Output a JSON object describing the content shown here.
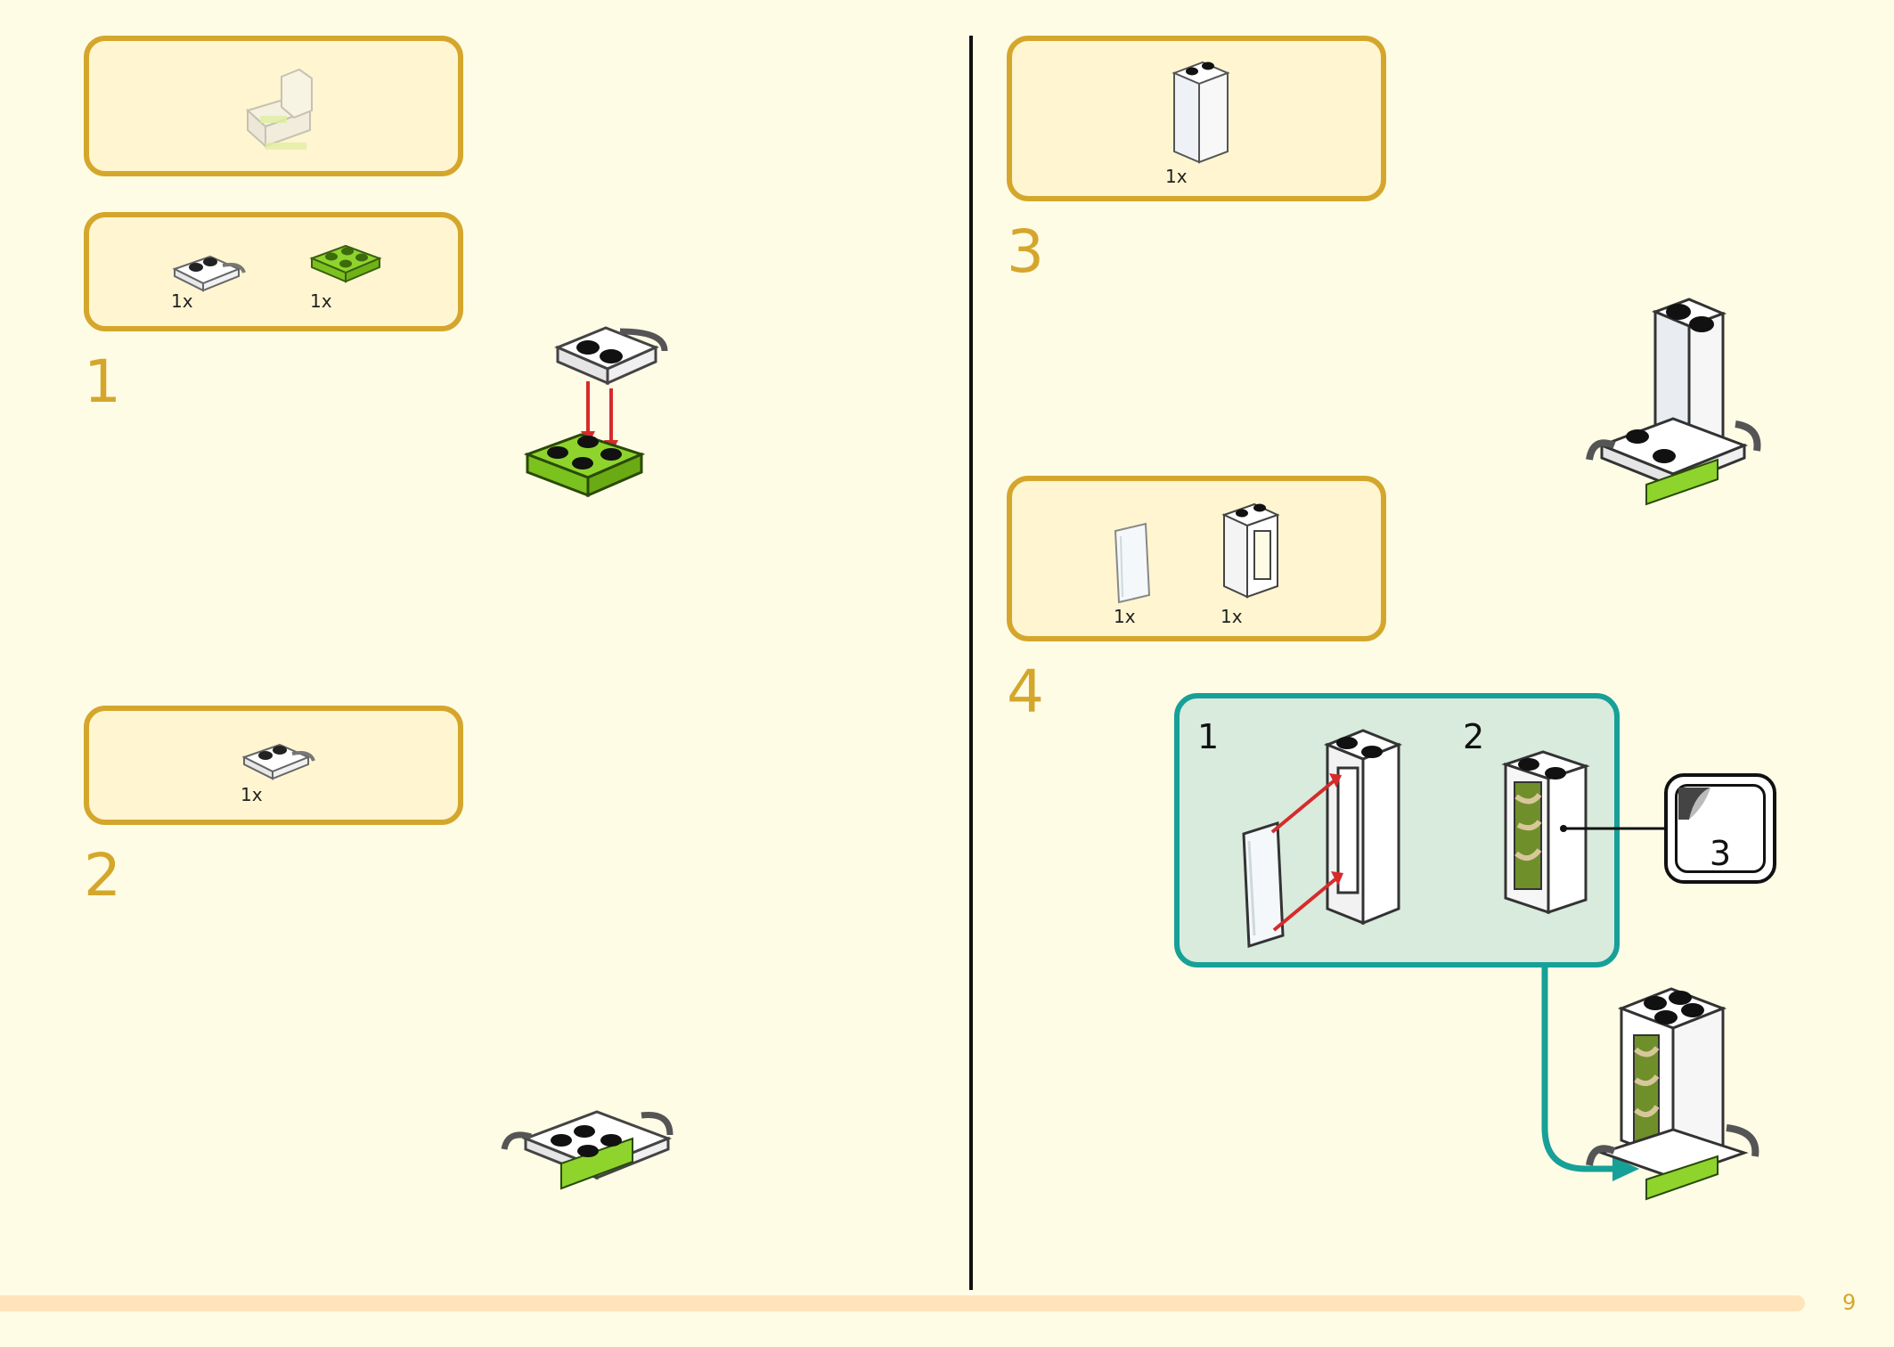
{
  "left_page": {
    "preview_box": {
      "icon": "assembled-model-preview-icon"
    },
    "step1": {
      "number": "1",
      "parts": [
        {
          "icon": "white-handle-plate-icon",
          "qty": "1x"
        },
        {
          "icon": "green-2x2-plate-icon",
          "qty": "1x"
        }
      ]
    },
    "step2": {
      "number": "2",
      "parts": [
        {
          "icon": "white-handle-plate-icon",
          "qty": "1x"
        }
      ]
    }
  },
  "right_page": {
    "step3": {
      "number": "3",
      "parts": [
        {
          "icon": "white-panel-icon",
          "qty": "1x"
        }
      ]
    },
    "step4": {
      "number": "4",
      "parts": [
        {
          "icon": "transparent-glass-pane-icon",
          "qty": "1x"
        },
        {
          "icon": "white-window-frame-icon",
          "qty": "1x"
        }
      ],
      "callout": {
        "substep1": "1",
        "substep2": "2",
        "sticker_number": "3"
      }
    }
  },
  "colors": {
    "page_background": "#fffce6",
    "box_fill": "#fff5d1",
    "box_border": "#d4a72c",
    "step_number": "#d4a72c",
    "callout_border": "#17a098",
    "callout_fill": "#d8ebdd",
    "brick_green": "#8ed42d",
    "arrow_red": "#d62b2b",
    "footer_bar": "#ffe3bb"
  },
  "footer": {
    "page_number": "9"
  }
}
